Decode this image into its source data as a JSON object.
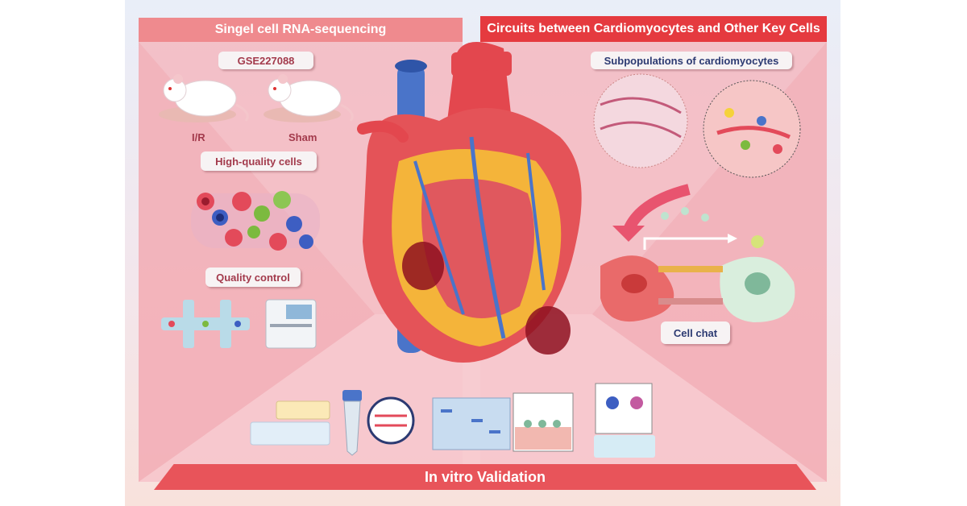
{
  "headers": {
    "left": "Singel cell RNA-sequencing",
    "right": "Circuits between Cardiomyocytes and Other Key Cells",
    "bottom": "In vitro Validation"
  },
  "left_panel": {
    "dataset": "GSE227088",
    "mouse_labels": [
      "I/R",
      "Sham"
    ],
    "high_quality": "High-quality cells",
    "quality_control": "Quality control"
  },
  "right_panel": {
    "subpopulations": "Subpopulations of cardiomyocytes",
    "cell_chat": "Cell chat"
  },
  "icons": [
    "mouse-icon",
    "cell-cluster-icon",
    "chip-icon",
    "sequencer-icon",
    "heart-illustration",
    "tissue-magnifier-icon",
    "arrow-icon",
    "cell-communication-icon",
    "well-plate-icon",
    "centrifuge-tube-icon",
    "dna-magnifier-icon",
    "western-blot-icon",
    "transwell-icon",
    "staining-icon"
  ],
  "colors": {
    "header_left": "#ef8a8e",
    "header_right": "#e53a3f",
    "header_bottom": "#e8545a",
    "panel": "#f4b4bc",
    "label_red": "#a33a4c",
    "label_blue": "#2c3a72"
  }
}
